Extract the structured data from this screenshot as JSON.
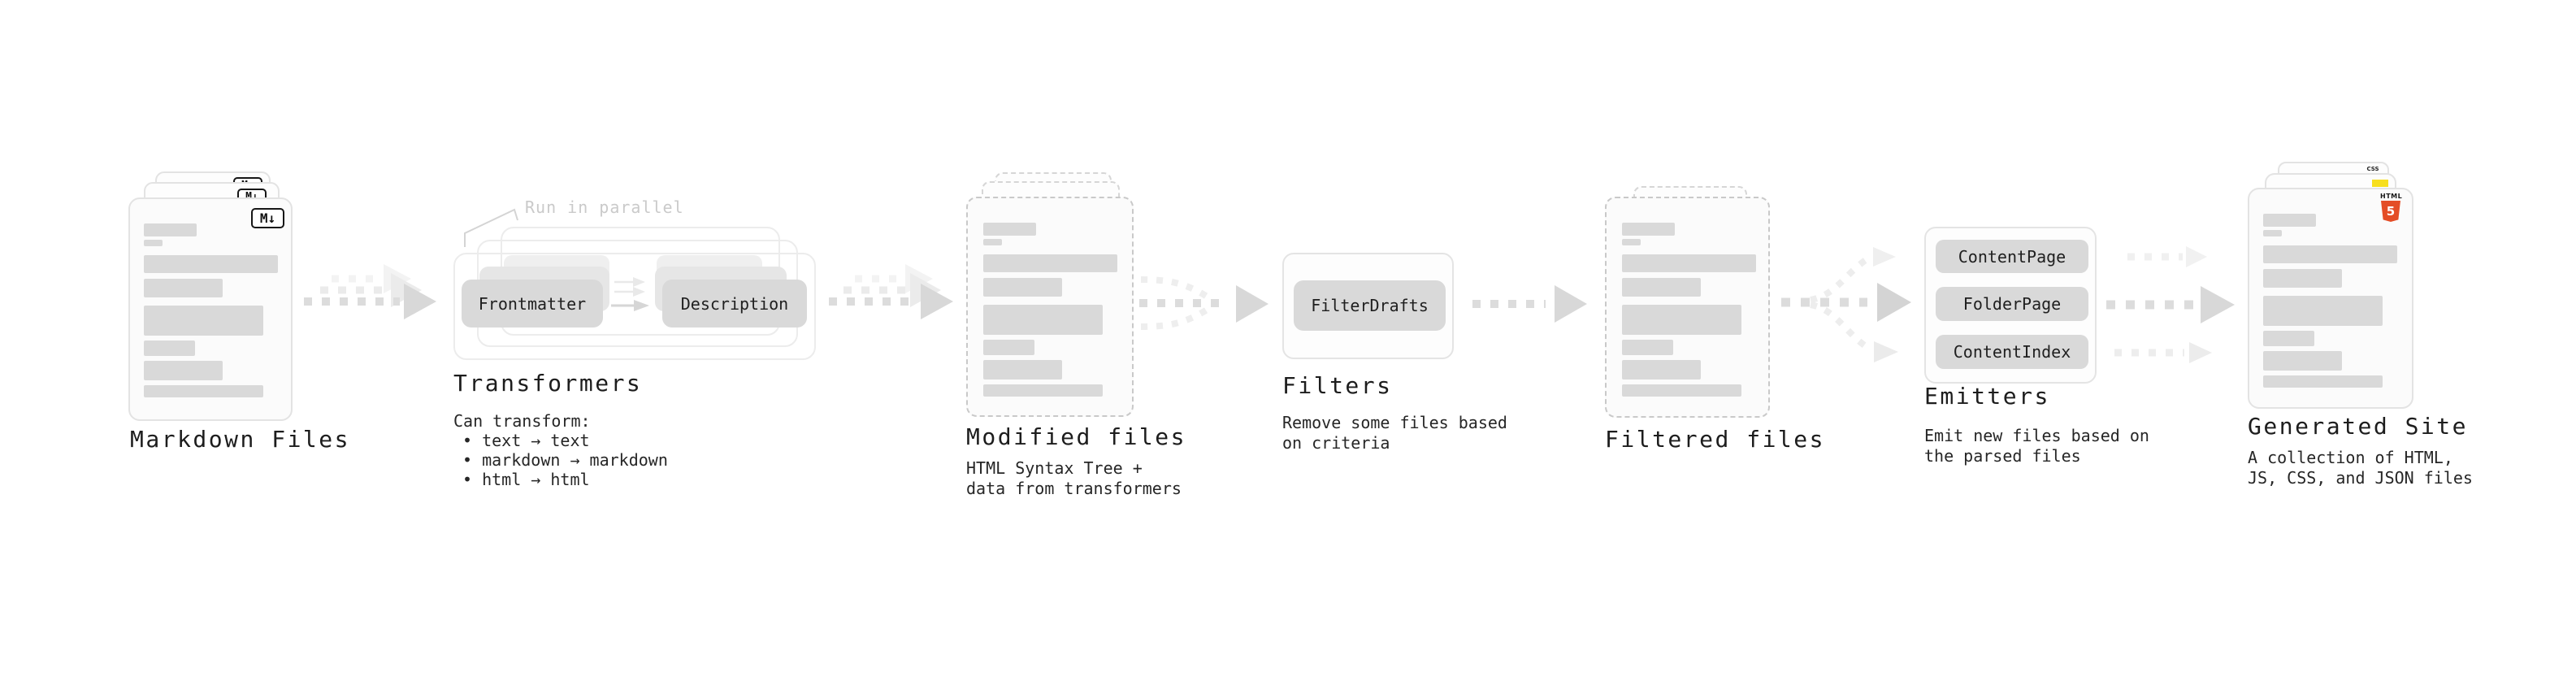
{
  "diagram": {
    "nodes": {
      "markdown_files": {
        "label": "Markdown Files",
        "badge": "M↓"
      },
      "transformers": {
        "label": "Transformers",
        "annotation": "Run in parallel",
        "pill_left": "Frontmatter",
        "pill_right": "Description",
        "desc": [
          "Can transform:",
          "• text → text",
          "• markdown → markdown",
          "• html → html"
        ]
      },
      "modified_files": {
        "label": "Modified files",
        "desc": [
          "HTML Syntax Tree +",
          "data from transformers"
        ]
      },
      "filters": {
        "label": "Filters",
        "pill": "FilterDrafts",
        "desc": [
          "Remove some files based",
          "on criteria"
        ]
      },
      "filtered_files": {
        "label": "Filtered files"
      },
      "emitters": {
        "label": "Emitters",
        "pills": [
          "ContentPage",
          "FolderPage",
          "ContentIndex"
        ],
        "desc": [
          "Emit new files based on",
          "the parsed files"
        ]
      },
      "generated_site": {
        "label": "Generated Site",
        "badges": {
          "html_text": "HTML",
          "html_number": "5",
          "css": "CSS"
        },
        "desc": [
          "A collection of HTML,",
          "JS, CSS, and JSON files"
        ]
      }
    },
    "colors": {
      "pill_gray": "#d9d9d9",
      "html5_orange": "#e44d26",
      "js_yellow": "#f7df1e",
      "css_blue": "#2c63e8",
      "annotation_gray": "#cacaca",
      "arrow_gray": "#d8d8d8"
    }
  }
}
